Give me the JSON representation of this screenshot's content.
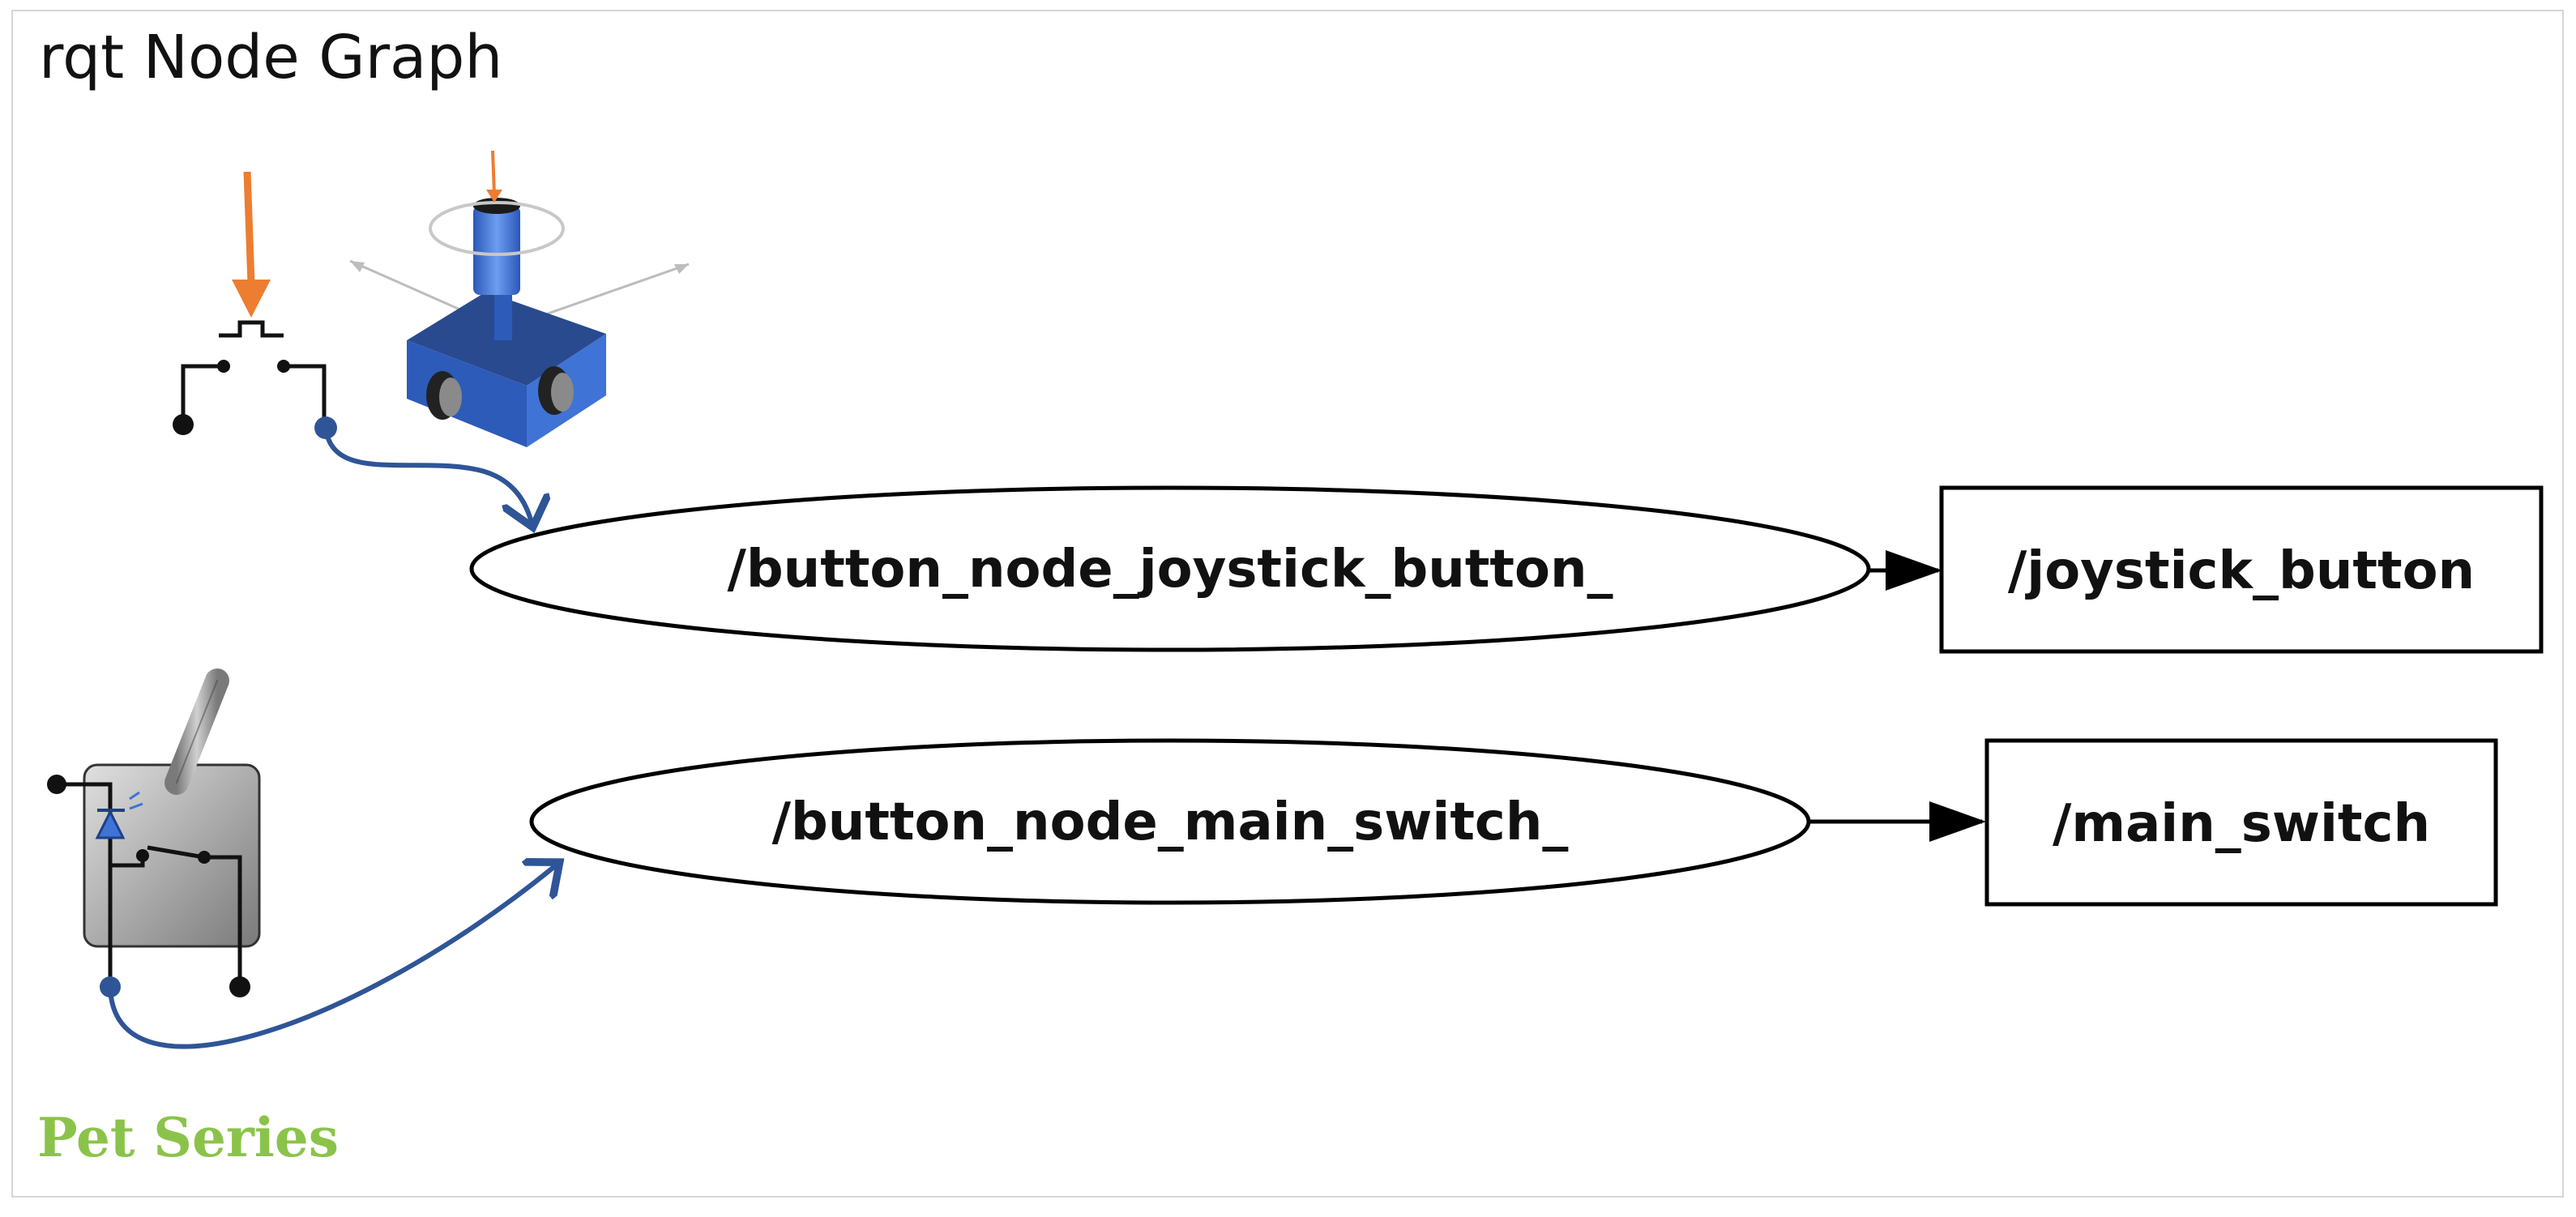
{
  "title": "rqt Node Graph",
  "brand": "Pet Series",
  "nodes": [
    {
      "id": "node1",
      "label": "/button_node_joystick_button_",
      "shape": "ellipse"
    },
    {
      "id": "topic1",
      "label": "/joystick_button",
      "shape": "box"
    },
    {
      "id": "node2",
      "label": "/button_node_main_switch_",
      "shape": "ellipse"
    },
    {
      "id": "topic2",
      "label": "/main_switch",
      "shape": "box"
    }
  ],
  "edges": [
    {
      "from": "node1",
      "to": "topic1"
    },
    {
      "from": "node2",
      "to": "topic2"
    }
  ],
  "icons": [
    "push-button-icon",
    "joystick-icon",
    "toggle-switch-icon"
  ],
  "colors": {
    "brand": "#8bc34a",
    "connector": "#2f5597",
    "press_arrow": "#ed7d31",
    "joystick": "#3f6fd1",
    "switch_body": "#9e9e9e"
  }
}
